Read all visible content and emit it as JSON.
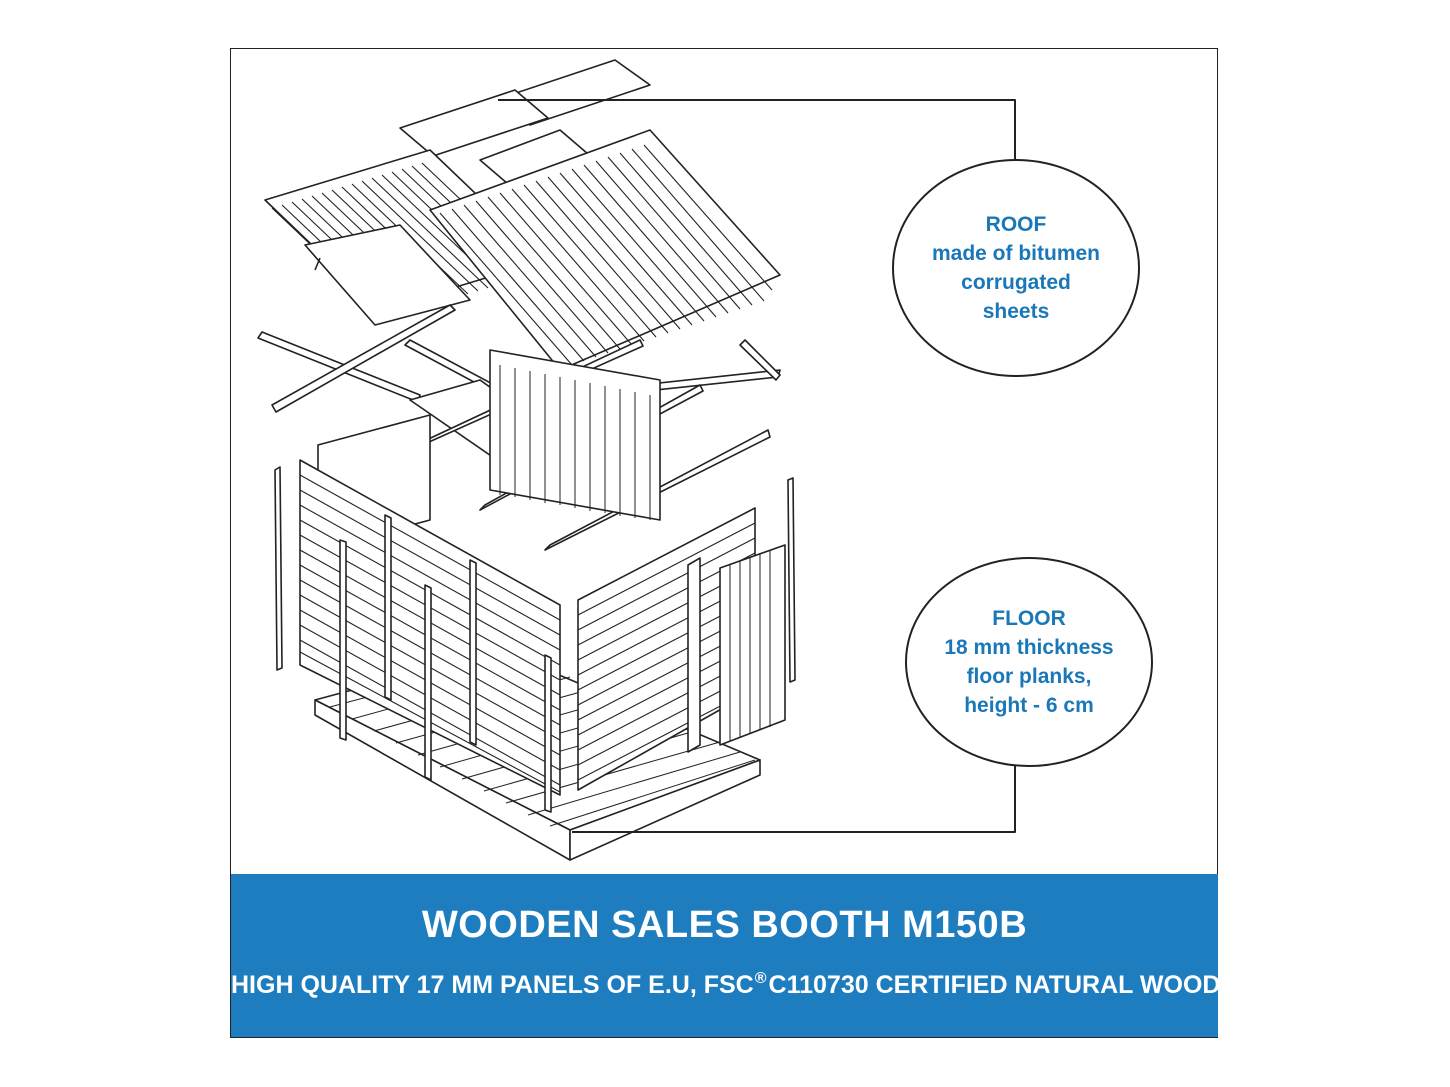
{
  "roof_callout": {
    "lines": [
      "ROOF",
      "made of bitumen",
      "corrugated",
      "sheets"
    ]
  },
  "floor_callout": {
    "lines": [
      "FLOOR",
      "18 mm thickness",
      "floor planks,",
      "height - 6 cm"
    ]
  },
  "banner": {
    "title": "WOODEN SALES BOOTH M150B",
    "subtitle_before": "HIGH QUALITY 17 MM PANELS OF E.U, FSC",
    "subtitle_mark": "®",
    "subtitle_after": "C110730 CERTIFIED NATURAL WOOD"
  },
  "colors": {
    "accent": "#1e7dbe",
    "callout_text": "#1a78b8",
    "line": "#222222"
  }
}
